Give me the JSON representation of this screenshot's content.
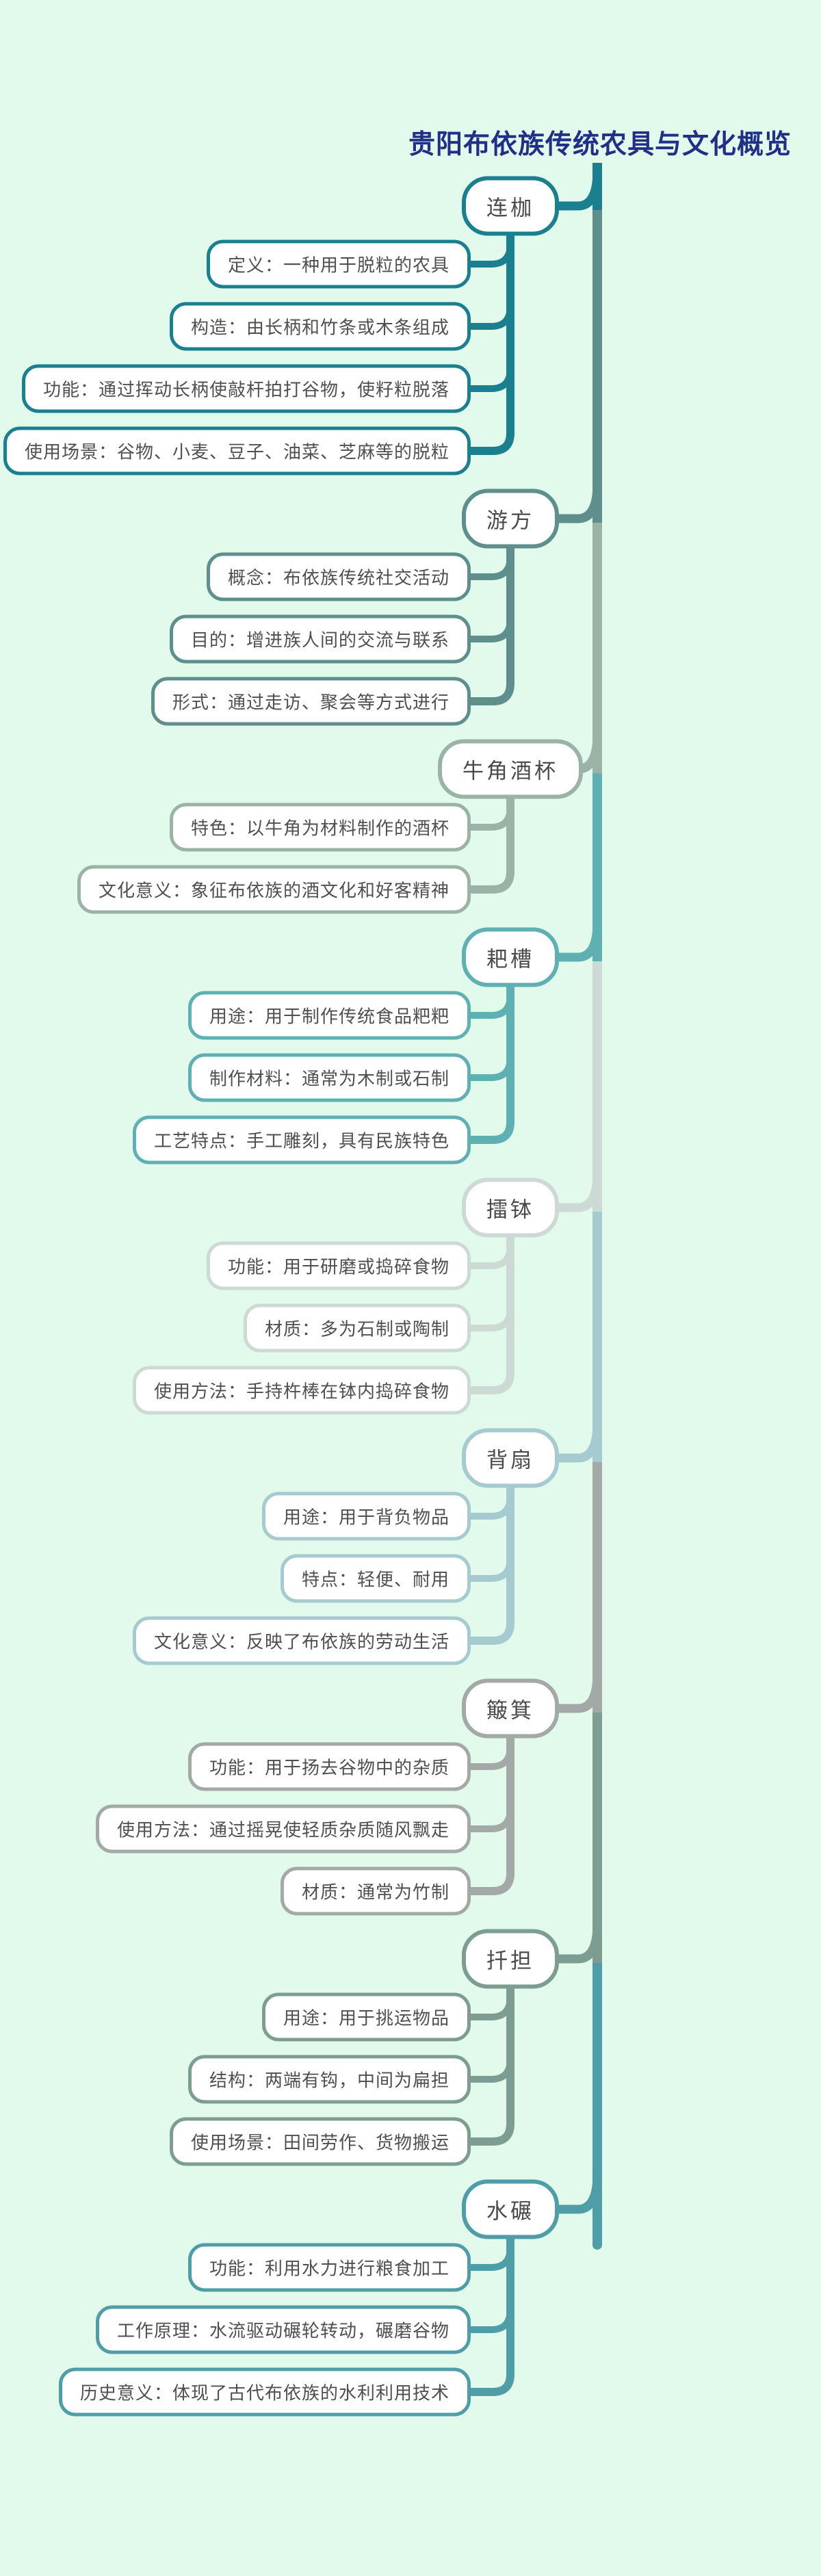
{
  "title": "贵阳布依族传统农具与文化概览",
  "colors": {
    "background": "#e1faec",
    "title": "#212f86",
    "box_fill": "#ffffff",
    "text": "#4f4f4f"
  },
  "branches": [
    {
      "topic": "连枷",
      "color": "#1a7f8e",
      "children": [
        "定义：一种用于脱粒的农具",
        "构造：由长柄和竹条或木条组成",
        "功能：通过挥动长柄使敲杆拍打谷物，使籽粒脱落",
        "使用场景：谷物、小麦、豆子、油菜、芝麻等的脱粒"
      ]
    },
    {
      "topic": "游方",
      "color": "#5e8f8c",
      "children": [
        "概念：布依族传统社交活动",
        "目的：增进族人间的交流与联系",
        "形式：通过走访、聚会等方式进行"
      ]
    },
    {
      "topic": "牛角酒杯",
      "color": "#9bb3a6",
      "children": [
        "特色：以牛角为材料制作的酒杯",
        "文化意义：象征布依族的酒文化和好客精神"
      ]
    },
    {
      "topic": "耙槽",
      "color": "#5fb0b3",
      "children": [
        "用途：用于制作传统食品粑粑",
        "制作材料：通常为木制或石制",
        "工艺特点：手工雕刻，具有民族特色"
      ]
    },
    {
      "topic": "擂钵",
      "color": "#ccd9d4",
      "children": [
        "功能：用于研磨或捣碎食物",
        "材质：多为石制或陶制",
        "使用方法：手持杵棒在钵内捣碎食物"
      ]
    },
    {
      "topic": "背扇",
      "color": "#a5cad0",
      "children": [
        "用途：用于背负物品",
        "特点：轻便、耐用",
        "文化意义：反映了布依族的劳动生活"
      ]
    },
    {
      "topic": "簸箕",
      "color": "#a2a9a6",
      "children": [
        "功能：用于扬去谷物中的杂质",
        "使用方法：通过摇晃使轻质杂质随风飘走",
        "材质：通常为竹制"
      ]
    },
    {
      "topic": "扦担",
      "color": "#7d9d92",
      "children": [
        "用途：用于挑运物品",
        "结构：两端有钩，中间为扁担",
        "使用场景：田间劳作、货物搬运"
      ]
    },
    {
      "topic": "水碾",
      "color": "#4f9da6",
      "children": [
        "功能：利用水力进行粮食加工",
        "工作原理：水流驱动碾轮转动，碾磨谷物",
        "历史意义：体现了古代布依族的水利利用技术"
      ]
    }
  ]
}
